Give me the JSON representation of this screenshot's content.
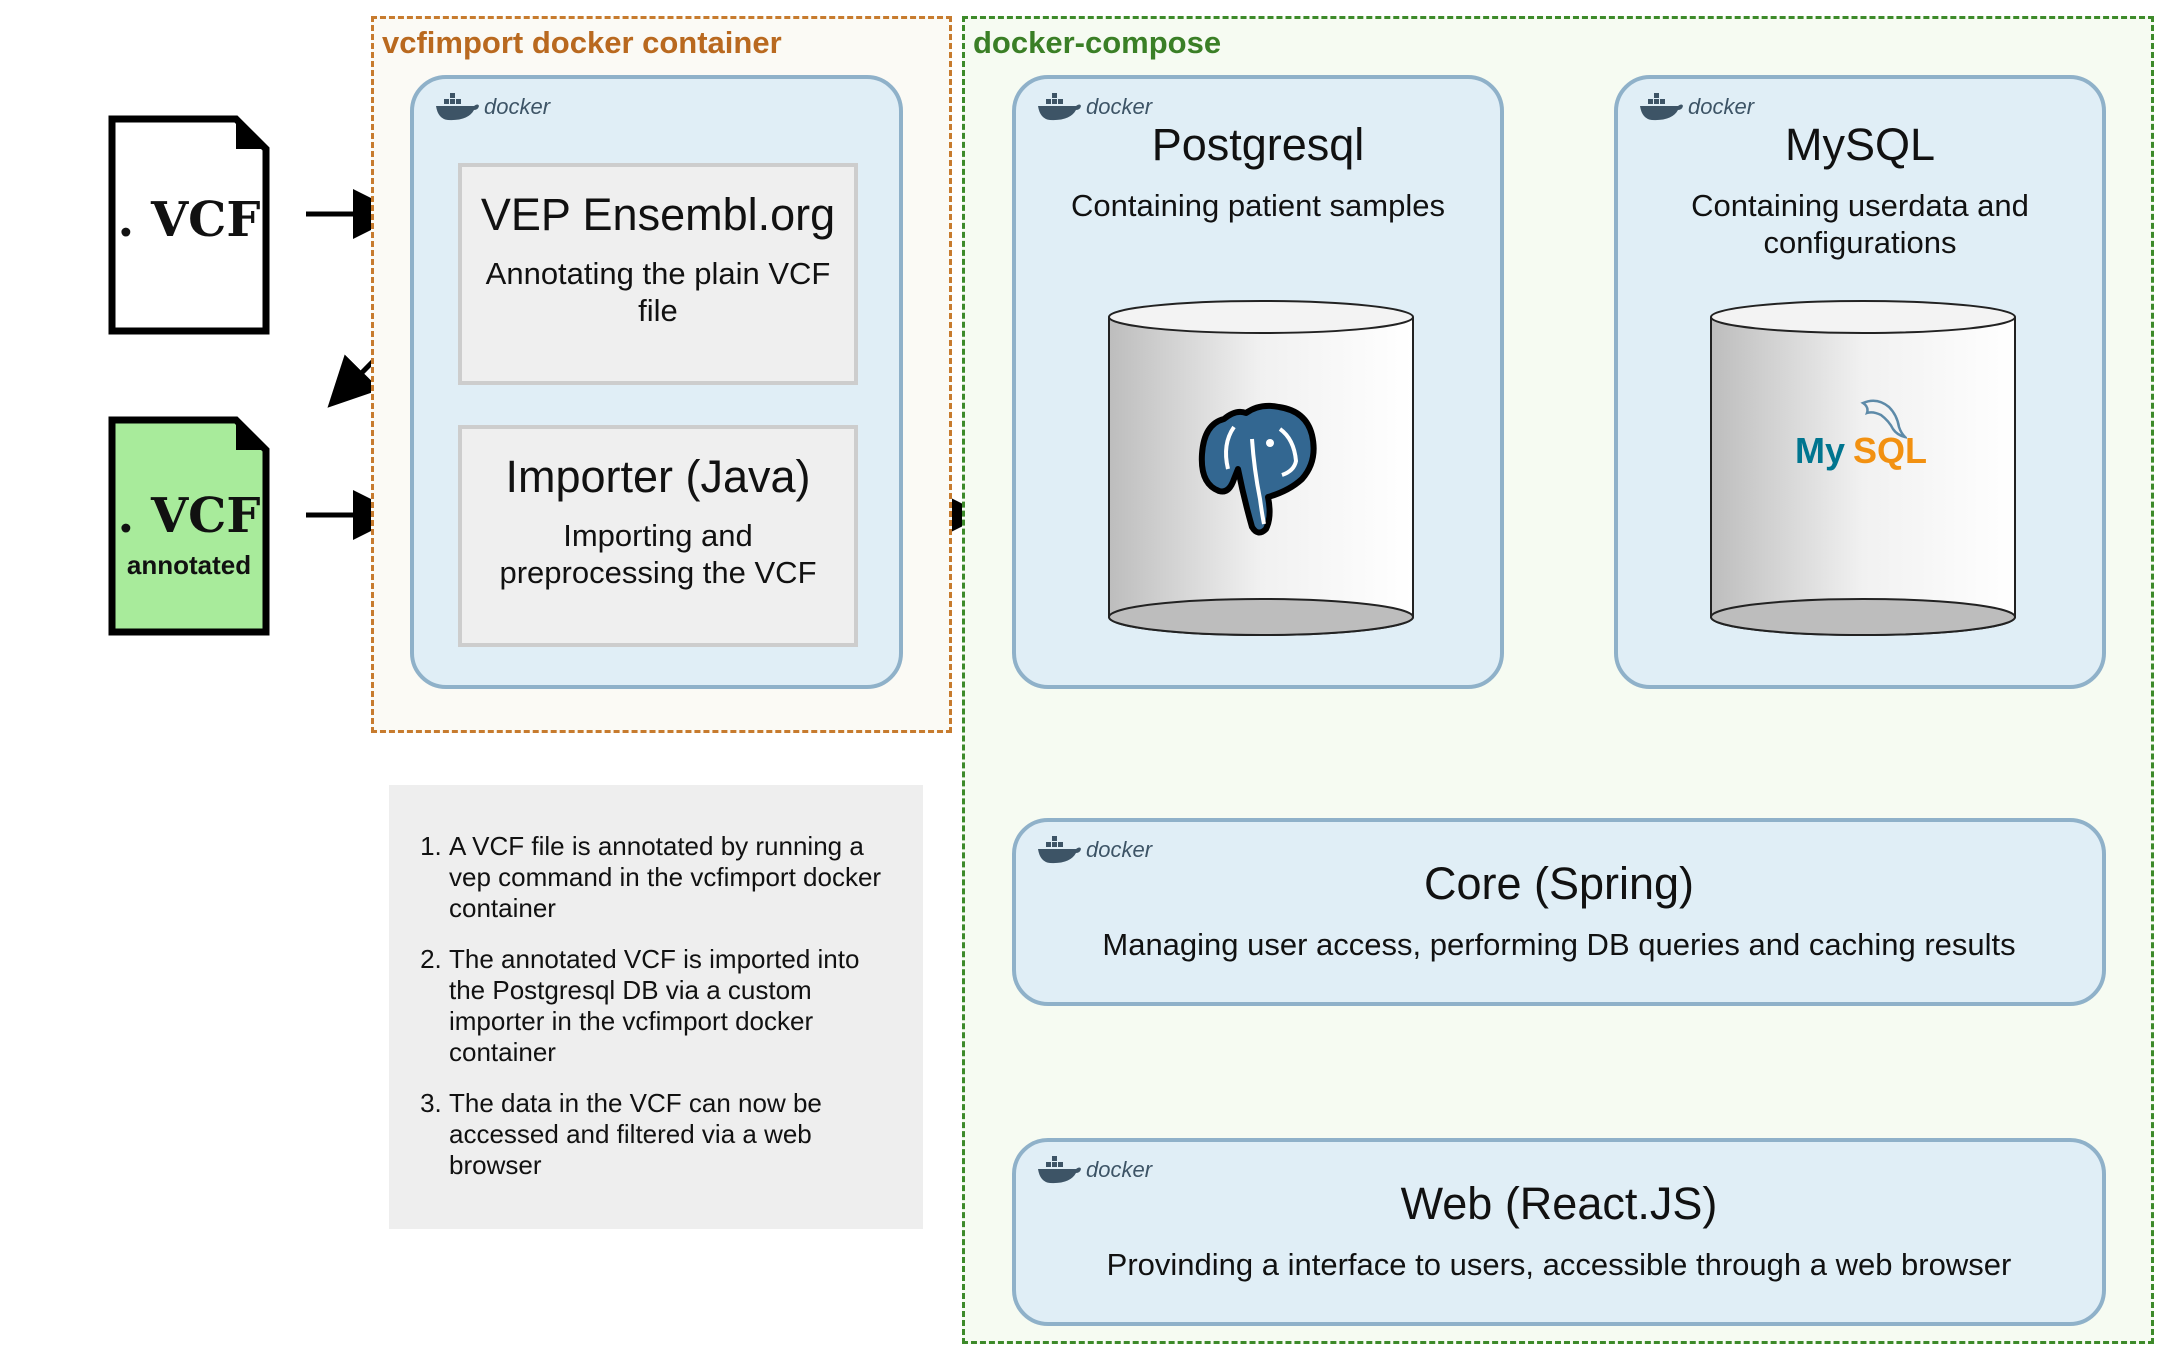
{
  "files": {
    "plain": {
      "label": ". VCF",
      "fill": "#ffffff"
    },
    "annotated": {
      "label": ". VCF",
      "sublabel": "annotated",
      "fill": "#a8eb9b"
    }
  },
  "groups": {
    "vcfimport": {
      "label": "vcfimport docker container",
      "color": "#c77b2e"
    },
    "compose": {
      "label": "docker-compose",
      "color": "#3d8a2a"
    }
  },
  "docker_badge": "docker",
  "vep": {
    "title": "VEP Ensembl.org",
    "desc": "Annotating the plain VCF file"
  },
  "importer": {
    "title": "Importer (Java)",
    "desc": "Importing and preprocessing the VCF"
  },
  "postgres": {
    "title": "Postgresql",
    "desc": "Containing patient samples"
  },
  "mysql": {
    "title": "MySQL",
    "desc": "Containing userdata and configurations",
    "logo_text_a": "My",
    "logo_text_b": "SQL"
  },
  "core": {
    "title": "Core (Spring)",
    "desc": "Managing user access, performing DB queries and caching results"
  },
  "web": {
    "title": "Web (React.JS)",
    "desc": "Provinding a interface to users, accessible through a web browser"
  },
  "notes": [
    "A VCF file is annotated by running a vep command in the vcfimport docker container",
    "The annotated VCF is imported into the Postgresql DB via a custom importer in the vcfimport docker container",
    "The data in the VCF can now be accessed and filtered via a web browser"
  ]
}
